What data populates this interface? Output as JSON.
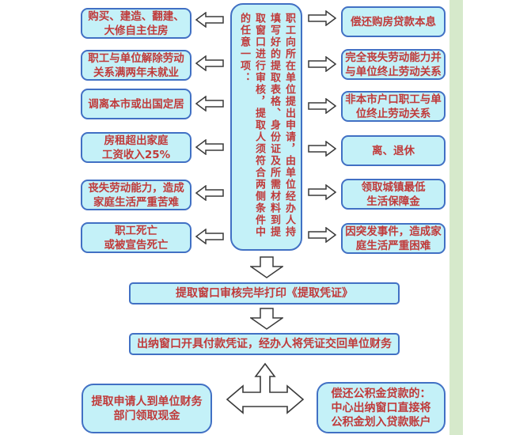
{
  "diagram": {
    "title_hint": "住房公积金提取流程图",
    "colors": {
      "box_fill": "#c4f1f8",
      "box_border": "#4170c4",
      "text_red": "#c03a3a",
      "stripe_green": "#d6e9cb",
      "arrow_outline": "#3a3a3a"
    },
    "center_note": {
      "text_columns": [
        "职工向所在单位提出申请，由单位经办人持",
        "填写好的提取表格、身份证及所需材料到提",
        "取窗口进行审核，提取人须符合两侧条件中",
        "的任意一项："
      ]
    },
    "left_conditions": [
      {
        "lines": [
          "购买、建造、翻建、",
          "大修自主住房"
        ]
      },
      {
        "lines": [
          "职工与单位解除劳动",
          "关系满两年未就业"
        ]
      },
      {
        "lines": [
          "调离本市或出国定居"
        ]
      },
      {
        "lines": [
          "房租超出家庭",
          "工资收入25%"
        ]
      },
      {
        "lines": [
          "丧失劳动能力，造成",
          "家庭生活严重苦难"
        ]
      },
      {
        "lines": [
          "职工死亡",
          "或被宣告死亡"
        ]
      }
    ],
    "right_conditions": [
      {
        "lines": [
          "偿还购房贷款本息"
        ]
      },
      {
        "lines": [
          "完全丧失劳动能力并",
          "与单位终止劳动关系"
        ]
      },
      {
        "lines": [
          "非本市户口职工与单",
          "位终止劳动关系"
        ]
      },
      {
        "lines": [
          "离、退休"
        ]
      },
      {
        "lines": [
          "领取城镇最低",
          "生活保障金"
        ]
      },
      {
        "lines": [
          "因突发事件，造成家",
          "庭生活严重困难"
        ]
      }
    ],
    "steps": [
      {
        "label": "提取窗口审核完毕打印《提取凭证》"
      },
      {
        "label": "出纳窗口开具付款凭证，经办人将凭证交回单位财务"
      }
    ],
    "outcomes": {
      "cash": {
        "lines": [
          "提取申请人到单位财务",
          "部门领取现金"
        ]
      },
      "loan": {
        "lines": [
          "偿还公积金贷款的：",
          "中心出纳窗口直接将",
          "公积金划入贷款账户"
        ]
      }
    }
  }
}
